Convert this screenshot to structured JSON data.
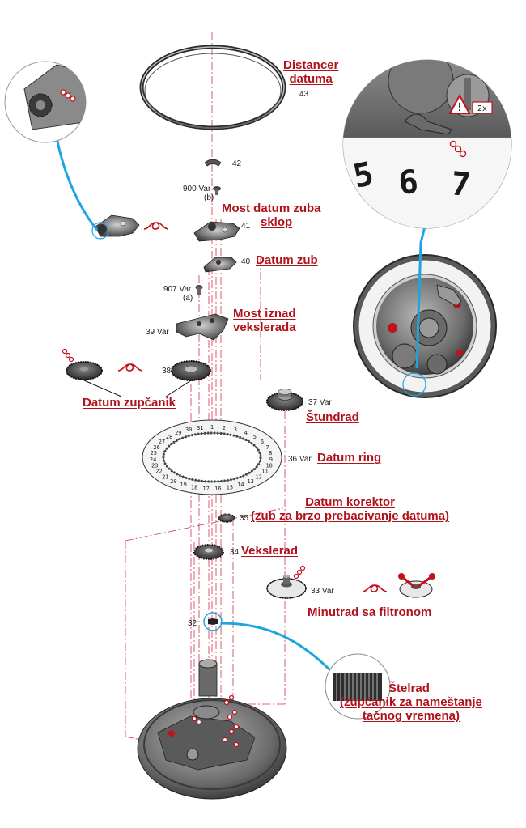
{
  "labels": {
    "distancer": [
      "Distancer",
      "datuma"
    ],
    "most_datum_zuba": [
      "Most datum zuba",
      "sklop"
    ],
    "datum_zub": "Datum zub",
    "most_iznad": [
      "Most iznad",
      "vekslerada"
    ],
    "datum_zupcanik": "Datum zupčanik",
    "stundrad": "Štundrad",
    "datum_ring": "Datum ring",
    "datum_korektor": [
      "Datum korektor",
      "(zub za brzo prebacivanje datuma)"
    ],
    "vekslerad": "Vekslerad",
    "minutrad": "Minutrad sa filtronom",
    "stelrad": [
      "Štelrad",
      "(zupčanik za nameštanje",
      "tačnog vremena)"
    ]
  },
  "numbers": {
    "n43": "43",
    "n42": "42",
    "n900": "900 Var",
    "nb": "(b)",
    "n41": "41",
    "n40": "40",
    "n907": "907 Var",
    "na": "(a)",
    "n39": "39 Var",
    "n38": "38",
    "n37": "37 Var",
    "n36": "36 Var",
    "n35": "35",
    "n34": "34",
    "n33": "33 Var",
    "n32": "32"
  },
  "warning": {
    "count": "2x"
  },
  "zoom_digits": [
    "5",
    "6",
    "7"
  ],
  "date_ring_digits": [
    "1",
    "2",
    "3",
    "4",
    "5",
    "6",
    "7",
    "8",
    "9",
    "10",
    "11",
    "12",
    "13",
    "14",
    "15",
    "16",
    "17",
    "18",
    "19",
    "20",
    "21",
    "22",
    "23",
    "24",
    "25",
    "26",
    "27",
    "28",
    "29",
    "30",
    "31"
  ],
  "colors": {
    "label": "#b0121b",
    "leader": "#1ea5e0",
    "axis": "#d6304a",
    "metal": "#4a4a4a",
    "metal_light": "#9a9a9a"
  }
}
